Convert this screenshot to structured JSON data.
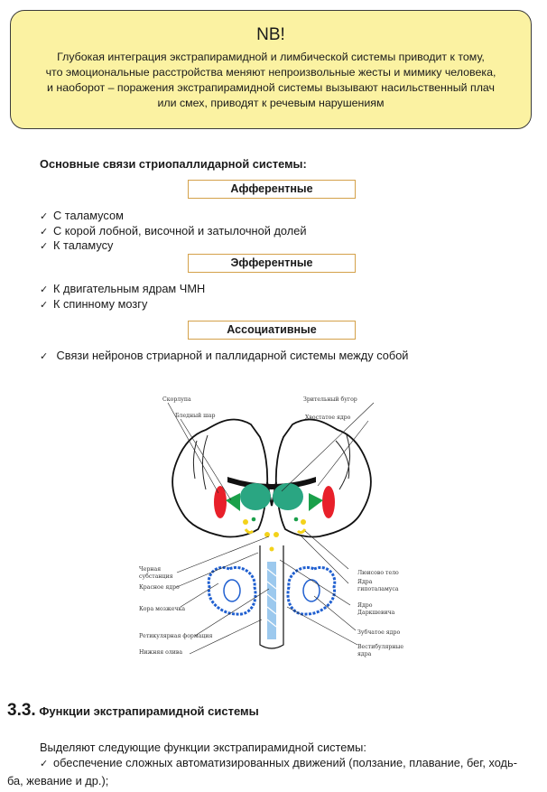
{
  "nb": {
    "title": "NB!",
    "lines": [
      "Глубокая интеграция экстрапирамидной и лимбической системы приводит к тому,",
      "что эмоциональные расстройства меняют непроизвольные жесты и мимику человека,",
      "и наоборот – поражения экстрапирамидной системы вызывают насильственный плач",
      "или смех, приводят к речевым нарушениям"
    ]
  },
  "connections": {
    "heading": "Основные связи стриопаллидарной системы:",
    "afferent": {
      "title": "Афферентные",
      "items": [
        "С таламусом",
        "С корой лобной, височной и затылочной долей",
        "К таламусу"
      ]
    },
    "efferent": {
      "title": "Эфферентные",
      "items": [
        "К двигательным ядрам ЧМН",
        "К спинному мозгу"
      ]
    },
    "associative": {
      "title": "Ассоциативные",
      "items": [
        " Связи нейронов стриарной и паллидарной системы между собой"
      ]
    },
    "check_glyph": "✓"
  },
  "figure": {
    "labels_left": [
      "Скорлупа",
      "Бледный шар",
      "Черная",
      "субстанция",
      "Красное ядро",
      "Кора мозжечка",
      "Ретикулярная формация",
      "Нижняя олива"
    ],
    "labels_right": [
      "Зрительный бугор",
      "Хвостатое ядро",
      "Люисово тело",
      "Ядра",
      "гипоталамуса",
      "Ядро",
      "Даркшевича",
      "Зубчатое ядро",
      "Вестибулярные",
      "ядра"
    ],
    "colors": {
      "putamen": "#e8202a",
      "pallidum": "#1aa04a",
      "thalamus": "#2aa682",
      "nuclei_yellow": "#f3d21a",
      "cerebellar_cortex": "#1f5fd0",
      "brainstem": "#9cc9ee"
    }
  },
  "chapter": {
    "number": "3.3.",
    "title": "Функции экстрапирамидной системы"
  },
  "body": {
    "intro": "Выделяют следующие функции экстрапирамидной системы:",
    "item1_line1": "обеспечение сложных автоматизированных движений (ползание, плавание, бег, ходь-",
    "item1_line2": "ба, жевание и др.);"
  }
}
